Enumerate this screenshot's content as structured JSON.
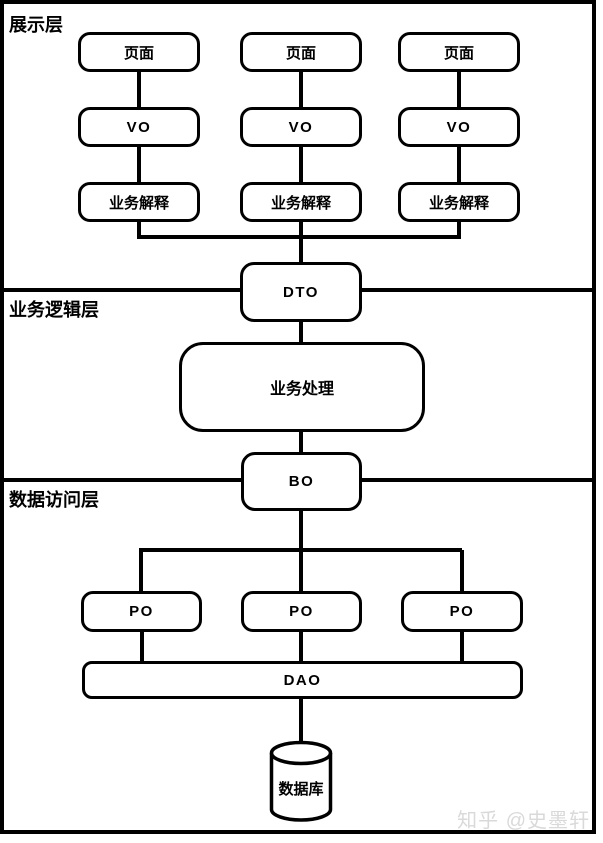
{
  "diagram": {
    "layer_labels": [
      "展示层",
      "业务逻辑层",
      "数据访问层"
    ],
    "node_labels": {
      "page": "页面",
      "vo": "VO",
      "explain": "业务解释",
      "dto": "DTO",
      "process": "业务处理",
      "bo": "BO",
      "po": "PO",
      "dao": "DAO",
      "database": "数据库"
    },
    "colors": {
      "line": "#000000",
      "background": "#ffffff",
      "watermark_text": "#d9d9d9"
    }
  },
  "watermark": {
    "text": "知乎 @史墨轩"
  }
}
